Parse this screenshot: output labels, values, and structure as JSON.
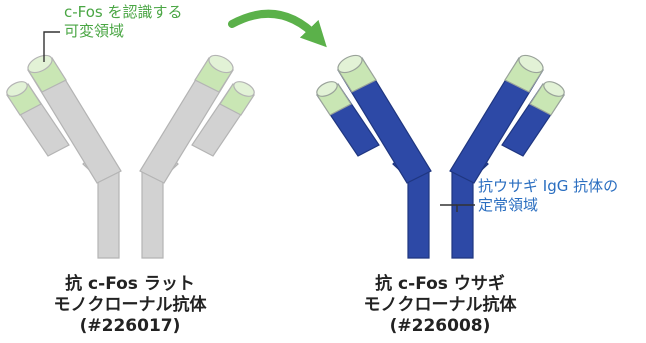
{
  "colors": {
    "heavy_chain_gray": "#d2d2d2",
    "outline": "#b4b4b4",
    "variable_region_green": "#c9e6b4",
    "rabbit_constant_blue": "#2d49a6",
    "arrow_green": "#5bb14a",
    "label_green": "#4aa644",
    "label_blue": "#2a6ec0"
  },
  "icons": {
    "arrow": "curved-arrow-right-icon",
    "left_antibody": "antibody-rat-icon",
    "right_antibody": "antibody-rabbit-icon"
  },
  "labels": {
    "variable_region": {
      "line1": "c-Fos を認識する",
      "line2": "可変領域"
    },
    "constant_region": {
      "line1": "抗ウサギ IgG 抗体の",
      "line2": "定常領域"
    }
  },
  "antibodies": [
    {
      "id": "rat",
      "caption": [
        "抗 c-Fos ラット",
        "モノクローナル抗体",
        "(#226017)"
      ]
    },
    {
      "id": "rabbit",
      "caption": [
        "抗 c-Fos ウサギ",
        "モノクローナル抗体",
        "(#226008)"
      ]
    }
  ]
}
